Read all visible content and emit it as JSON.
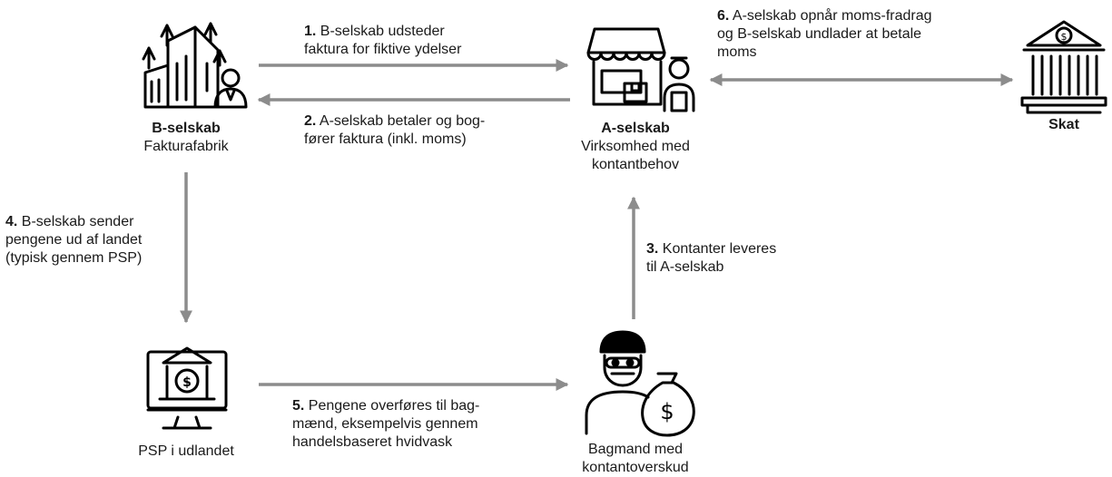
{
  "colors": {
    "arrow": "#8c8c8c",
    "icon": "#000000",
    "text": "#1a1a1a"
  },
  "nodes": {
    "b": {
      "name": "B-selskab",
      "desc": "Fakturafabrik",
      "icon": "office-building-person-icon"
    },
    "a": {
      "name": "A-selskab",
      "desc_lines": [
        "Virksomhed med",
        "kontantbehov"
      ],
      "icon": "shop-person-icon"
    },
    "skat": {
      "name": "Skat",
      "icon": "bank-icon"
    },
    "psp": {
      "desc": "PSP i udlandet",
      "icon": "monitor-bank-icon"
    },
    "bagmand": {
      "desc_lines": [
        "Bagmand med",
        "kontantoverskud"
      ],
      "icon": "masked-person-money-bag-icon"
    }
  },
  "steps": {
    "s1": {
      "num": "1.",
      "lines": [
        "B-selskab udsteder",
        "faktura for fiktive ydelser"
      ]
    },
    "s2": {
      "num": "2.",
      "lines": [
        "A-selskab betaler og bog-",
        "fører faktura (inkl. moms)"
      ]
    },
    "s3": {
      "num": "3.",
      "lines": [
        "Kontanter leveres",
        "til A-selskab"
      ]
    },
    "s4": {
      "num": "4.",
      "lines": [
        "B-selskab sender",
        "pengene ud af landet",
        "(typisk gennem PSP)"
      ]
    },
    "s5": {
      "num": "5.",
      "lines": [
        "Pengene overføres til bag-",
        "mænd, eksempelvis gennem",
        "handelsbaseret hvidvask"
      ]
    },
    "s6": {
      "num": "6.",
      "lines": [
        "A-selskab opnår moms-fradrag",
        "og B-selskab undlader at betale",
        "moms"
      ]
    }
  }
}
